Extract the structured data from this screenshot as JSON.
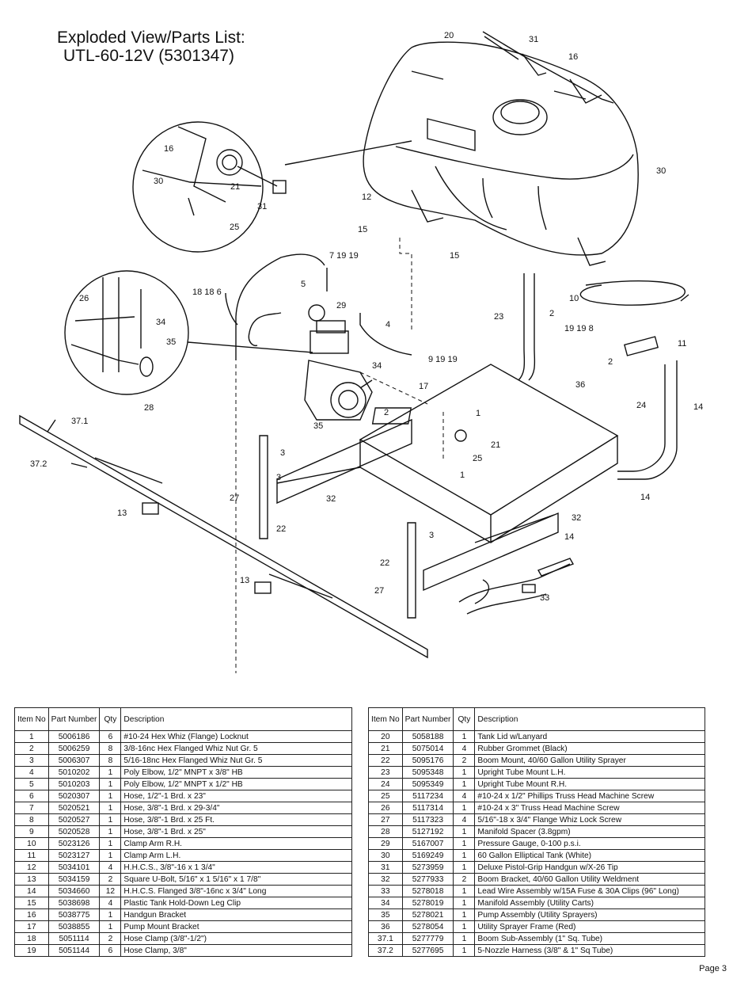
{
  "title": {
    "line1": "Exploded View/Parts List:",
    "line2": "UTL-60-12V (5301347)"
  },
  "diagram": {
    "callouts": [
      "20",
      "31",
      "16",
      "30",
      "16",
      "21",
      "30",
      "31",
      "25",
      "12",
      "15",
      "15",
      "7 19 19",
      "18 18 6",
      "5",
      "29",
      "4",
      "9 19 19",
      "10",
      "2",
      "19 19 8",
      "11",
      "2",
      "23",
      "26",
      "34",
      "35",
      "28",
      "34",
      "35",
      "17",
      "36",
      "1",
      "2",
      "21",
      "25",
      "1",
      "24",
      "14",
      "37.1",
      "37.2",
      "3",
      "3",
      "32",
      "27",
      "22",
      "13",
      "32",
      "14",
      "3",
      "22",
      "27",
      "13",
      "33",
      "14"
    ]
  },
  "table": {
    "headers": {
      "item": "Item No",
      "part": "Part Number",
      "qty": "Qty",
      "description": "Description"
    },
    "left": [
      {
        "item": "1",
        "part": "5006186",
        "qty": "6",
        "desc": "#10-24 Hex Whiz (Flange) Locknut"
      },
      {
        "item": "2",
        "part": "5006259",
        "qty": "8",
        "desc": "3/8-16nc Hex Flanged Whiz Nut Gr. 5"
      },
      {
        "item": "3",
        "part": "5006307",
        "qty": "8",
        "desc": "5/16-18nc Hex Flanged Whiz Nut Gr. 5"
      },
      {
        "item": "4",
        "part": "5010202",
        "qty": "1",
        "desc": "Poly Elbow, 1/2\" MNPT x 3/8\" HB"
      },
      {
        "item": "5",
        "part": "5010203",
        "qty": "1",
        "desc": "Poly Elbow, 1/2\" MNPT x 1/2\" HB"
      },
      {
        "item": "6",
        "part": "5020307",
        "qty": "1",
        "desc": "Hose, 1/2\"-1 Brd. x 23\""
      },
      {
        "item": "7",
        "part": "5020521",
        "qty": "1",
        "desc": "Hose, 3/8\"-1 Brd. x 29-3/4\""
      },
      {
        "item": "8",
        "part": "5020527",
        "qty": "1",
        "desc": "Hose, 3/8\"-1 Brd. x 25 Ft."
      },
      {
        "item": "9",
        "part": "5020528",
        "qty": "1",
        "desc": "Hose, 3/8\"-1 Brd. x 25\""
      },
      {
        "item": "10",
        "part": "5023126",
        "qty": "1",
        "desc": "Clamp Arm R.H."
      },
      {
        "item": "11",
        "part": "5023127",
        "qty": "1",
        "desc": "Clamp Arm L.H."
      },
      {
        "item": "12",
        "part": "5034101",
        "qty": "4",
        "desc": "H.H.C.S., 3/8\"-16 x 1 3/4\""
      },
      {
        "item": "13",
        "part": "5034159",
        "qty": "2",
        "desc": "Square U-Bolt, 5/16\" x 1 5/16\" x 1 7/8\""
      },
      {
        "item": "14",
        "part": "5034660",
        "qty": "12",
        "desc": "H.H.C.S. Flanged 3/8\"-16nc x 3/4\" Long"
      },
      {
        "item": "15",
        "part": "5038698",
        "qty": "4",
        "desc": "Plastic Tank Hold-Down Leg Clip"
      },
      {
        "item": "16",
        "part": "5038775",
        "qty": "1",
        "desc": "Handgun Bracket"
      },
      {
        "item": "17",
        "part": "5038855",
        "qty": "1",
        "desc": "Pump Mount Bracket"
      },
      {
        "item": "18",
        "part": "5051114",
        "qty": "2",
        "desc": "Hose Clamp (3/8\"-1/2\")"
      },
      {
        "item": "19",
        "part": "5051144",
        "qty": "6",
        "desc": "Hose Clamp, 3/8\""
      }
    ],
    "right": [
      {
        "item": "20",
        "part": "5058188",
        "qty": "1",
        "desc": "Tank Lid w/Lanyard"
      },
      {
        "item": "21",
        "part": "5075014",
        "qty": "4",
        "desc": "Rubber Grommet (Black)"
      },
      {
        "item": "22",
        "part": "5095176",
        "qty": "2",
        "desc": "Boom Mount, 40/60 Gallon Utility Sprayer"
      },
      {
        "item": "23",
        "part": "5095348",
        "qty": "1",
        "desc": "Upright Tube Mount L.H."
      },
      {
        "item": "24",
        "part": "5095349",
        "qty": "1",
        "desc": "Upright Tube Mount R.H."
      },
      {
        "item": "25",
        "part": "5117234",
        "qty": "4",
        "desc": "#10-24 x 1/2\" Phillips Truss Head Machine Screw"
      },
      {
        "item": "26",
        "part": "5117314",
        "qty": "1",
        "desc": "#10-24 x 3\" Truss Head Machine Screw"
      },
      {
        "item": "27",
        "part": "5117323",
        "qty": "4",
        "desc": "5/16\"-18 x 3/4\" Flange Whiz Lock Screw"
      },
      {
        "item": "28",
        "part": "5127192",
        "qty": "1",
        "desc": "Manifold Spacer (3.8gpm)"
      },
      {
        "item": "29",
        "part": "5167007",
        "qty": "1",
        "desc": "Pressure Gauge, 0-100 p.s.i."
      },
      {
        "item": "30",
        "part": "5169249",
        "qty": "1",
        "desc": "60 Gallon Elliptical Tank (White)"
      },
      {
        "item": "31",
        "part": "5273959",
        "qty": "1",
        "desc": "Deluxe Pistol-Grip Handgun w/X-26 Tip"
      },
      {
        "item": "32",
        "part": "5277933",
        "qty": "2",
        "desc": "Boom Bracket, 40/60 Gallon Utility Weldment"
      },
      {
        "item": "33",
        "part": "5278018",
        "qty": "1",
        "desc": "Lead Wire Assembly w/15A Fuse & 30A Clips (96\" Long)"
      },
      {
        "item": "34",
        "part": "5278019",
        "qty": "1",
        "desc": "Manifold Assembly (Utility Carts)"
      },
      {
        "item": "35",
        "part": "5278021",
        "qty": "1",
        "desc": "Pump Assembly (Utility Sprayers)"
      },
      {
        "item": "36",
        "part": "5278054",
        "qty": "1",
        "desc": "Utility Sprayer Frame (Red)"
      },
      {
        "item": "37.1",
        "part": "5277779",
        "qty": "1",
        "desc": "Boom Sub-Assembly (1\" Sq. Tube)"
      },
      {
        "item": "37.2",
        "part": "5277695",
        "qty": "1",
        "desc": "5-Nozzle Harness (3/8\" & 1\" Sq Tube)"
      }
    ]
  },
  "footer": {
    "page": "Page 3"
  }
}
